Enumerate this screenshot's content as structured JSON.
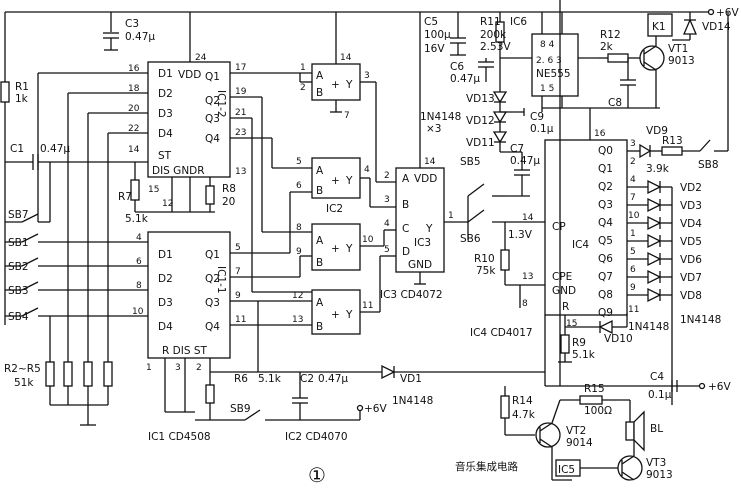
{
  "supply": {
    "main": "+6V",
    "c4_node": "+6V",
    "sb9_node": "+6V"
  },
  "ic1_2": {
    "title": "IC1-2",
    "vdd": "VDD",
    "pins": {
      "p16": "16",
      "p18": "18",
      "p20": "20",
      "p22": "22",
      "p14": "14",
      "p24": "24",
      "p17": "17",
      "p19": "19",
      "p21": "21",
      "p23": "23",
      "p13": "13"
    },
    "inputs": [
      "D1",
      "D2",
      "D3",
      "D4"
    ],
    "outputs": [
      "Q1",
      "Q2",
      "Q3",
      "Q4"
    ],
    "st": "ST",
    "bottom": "DIS GNDR"
  },
  "ic1_1": {
    "title": "IC1-1",
    "pins": {
      "p4": "4",
      "p6": "6",
      "p8": "8",
      "p10": "10",
      "p5": "5",
      "p7": "7",
      "p9": "9",
      "p11": "11",
      "p1": "1",
      "p3": "3",
      "p2": "2"
    },
    "inputs": [
      "D1",
      "D2",
      "D3",
      "D4"
    ],
    "outputs": [
      "Q1",
      "Q2",
      "Q3",
      "Q4"
    ],
    "bottom": "R  DIS  ST"
  },
  "gates": {
    "g1": {
      "a": "A",
      "b": "B",
      "y": "Y",
      "pins": {
        "p1": "1",
        "p2": "2",
        "p3": "3",
        "p14": "14",
        "p7": "7"
      }
    },
    "g2": {
      "a": "A",
      "b": "B",
      "y": "Y",
      "pins": {
        "p5": "5",
        "p6": "6",
        "p4": "4"
      }
    },
    "g3": {
      "a": "A",
      "b": "B",
      "y": "Y",
      "pins": {
        "p8": "8",
        "p9": "9",
        "p10": "10"
      }
    },
    "g4": {
      "a": "A",
      "b": "B",
      "y": "Y",
      "pins": {
        "p12": "12",
        "p13": "13",
        "p11": "11"
      }
    },
    "ic2_label": "IC2"
  },
  "ic3": {
    "title": "IC3",
    "vdd": "VDD",
    "a": "A",
    "b": "B",
    "c": "C",
    "d": "D",
    "gnd": "GND",
    "y": "Y",
    "pins": {
      "p14": "14",
      "p2": "2",
      "p3": "3",
      "p4": "4",
      "p5": "5",
      "p1": "1"
    },
    "caption": "IC3  CD4072"
  },
  "ne555": {
    "title": "NE555",
    "pins_top": "8    4",
    "pins_mid": "2.  6    3",
    "pins_bot": "1    5",
    "label": "IC6"
  },
  "ic4": {
    "title": "IC4",
    "cp": "CP",
    "cpe": "CPE",
    "gnd": "GND",
    "r": "R",
    "outs": [
      "Q0",
      "Q1",
      "Q2",
      "Q3",
      "Q4",
      "Q5",
      "Q6",
      "Q7",
      "Q8",
      "Q9"
    ],
    "pins": {
      "p16": "16",
      "p14": "14",
      "p13": "13",
      "p8": "8",
      "p15": "15",
      "p3": "3",
      "p2": "2",
      "p4": "4",
      "p7": "7",
      "p10": "10",
      "p1": "1",
      "p5": "5",
      "p6": "6",
      "p9": "9",
      "p11": "11"
    },
    "caption": "IC4  CD4017"
  },
  "components": {
    "c3": "C3",
    "c3v": "0.47μ",
    "r1": "R1",
    "r1v": "1k",
    "c1": "C1",
    "c1v": "0.47μ",
    "r7": "R7",
    "r7v": "5.1k",
    "r8": "R8",
    "r8v": "20",
    "p15": "15",
    "p12": "12",
    "r2r5": "R2~R5",
    "r2r5v": "51k",
    "sb7": "SB7",
    "sb1": "SB1",
    "sb2": "SB2",
    "sb3": "SB3",
    "sb4": "SB4",
    "c5": "C5",
    "c5v1": "100μ",
    "c5v2": "16V",
    "r11": "R11",
    "r11v1": "200k",
    "r11v2": "2.53V",
    "c6": "C6",
    "c6v": "0.47μ",
    "vd13": "VD13",
    "vd12": "VD12",
    "vd11": "VD11",
    "diode_note1": "1N4148",
    "diode_note2": "×3",
    "c9": "C9",
    "c9v": "0.1μ",
    "c7": "C7",
    "c7v": "0.47μ",
    "r12": "R12",
    "r12v": "2k",
    "k1": "K1",
    "vd14": "VD14",
    "vt1": "VT1",
    "vt1v": "9013",
    "c8": "C8",
    "vd9": "VD9",
    "r13": "R13",
    "r13v": "3.9k",
    "sb8": "SB8",
    "sb5": "SB5",
    "sb6": "SB6",
    "v13": "1.3V",
    "r10": "R10",
    "r10v": "75k",
    "p14": "14",
    "vd_list": [
      "VD2",
      "VD3",
      "VD4",
      "VD5",
      "VD6",
      "VD7",
      "VD8"
    ],
    "vd10": "VD10",
    "vd10n": "1N4148",
    "r9": "R9",
    "r9v": "5.1k",
    "rnote": "1N4148",
    "r6": "R6",
    "r6v": "5.1k",
    "c2": "C2",
    "c2v": "0.47μ",
    "vd1": "VD1",
    "vd1n": "1N4148",
    "sb9": "SB9",
    "ic2cap": "IC2  CD4070",
    "ic1cap": "IC1  CD4508",
    "c4": "C4",
    "c4v": "0.1μ",
    "r15": "R15",
    "r15v": "100Ω",
    "r14": "R14",
    "r14v": "4.7k",
    "vt2": "VT2",
    "vt2v": "9014",
    "vt3": "VT3",
    "vt3v": "9013",
    "bl": "BL",
    "ic5": "IC5",
    "music": "音乐集成电路",
    "fig": "①"
  }
}
